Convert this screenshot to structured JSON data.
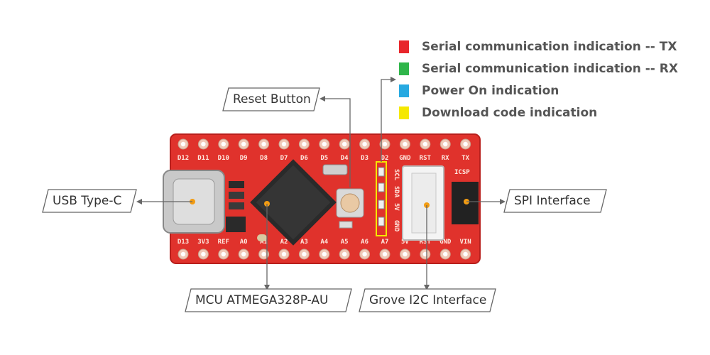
{
  "colors": {
    "board": "#e0322c",
    "board_dark": "#b81f1c",
    "tx": "#e8262b",
    "rx": "#2fb54a",
    "power": "#27a9e1",
    "download": "#f5e800",
    "callout_line": "#666666"
  },
  "legend": [
    {
      "label": "Serial communication indication -- TX",
      "color": "#e8262b"
    },
    {
      "label": "Serial communication indication -- RX",
      "color": "#2fb54a"
    },
    {
      "label": "Power On indication",
      "color": "#27a9e1"
    },
    {
      "label": "Download code indication",
      "color": "#f5e800"
    }
  ],
  "callouts": {
    "reset": "Reset Button",
    "usb": "USB Type-C",
    "spi": "SPI Interface",
    "mcu": "MCU ATMEGA328P-AU",
    "grove": "Grove I2C Interface"
  },
  "board": {
    "top_pins": [
      "D12",
      "D11",
      "D10",
      "D9",
      "D8",
      "D7",
      "D6",
      "D5",
      "D4",
      "D3",
      "D2",
      "GND",
      "RST",
      "RX",
      "TX"
    ],
    "bottom_pins": [
      "D13",
      "3V3",
      "REF",
      "A0",
      "A1",
      "A2",
      "A3",
      "A4",
      "A5",
      "A6",
      "A7",
      "5V",
      "RST",
      "GND",
      "VIN"
    ],
    "icsp_label": "ICSP",
    "grove_pins": [
      "SCL",
      "SDA",
      "5V",
      "GND"
    ]
  }
}
